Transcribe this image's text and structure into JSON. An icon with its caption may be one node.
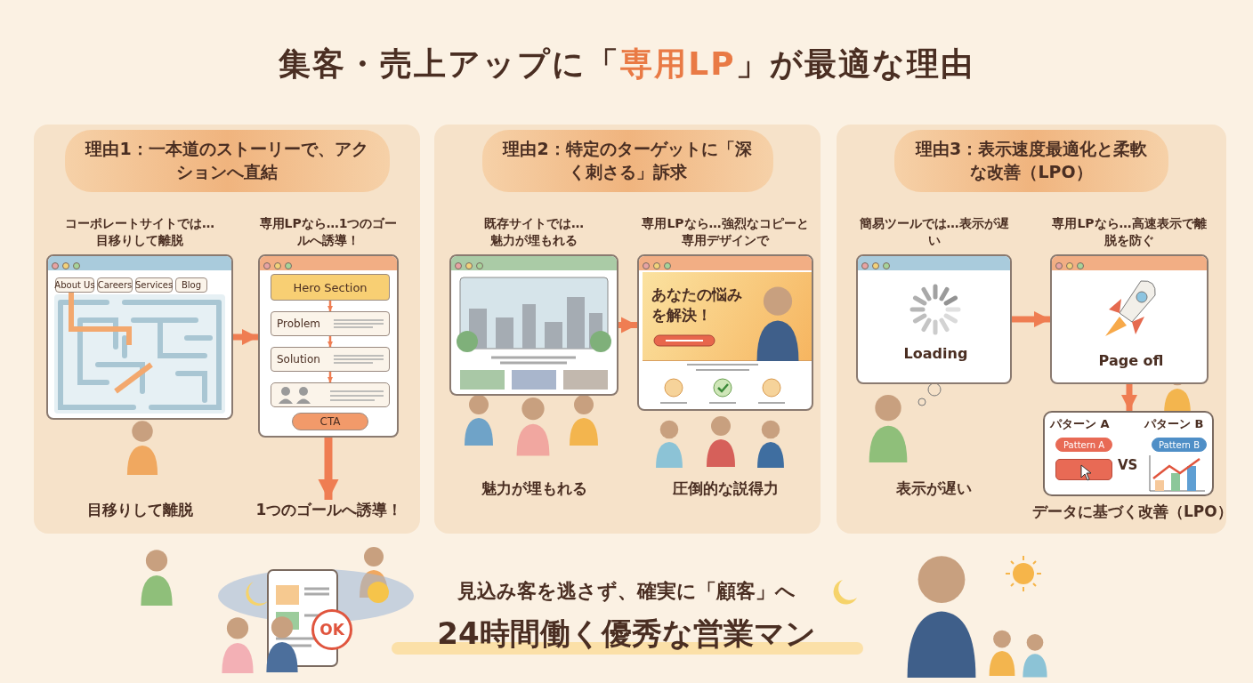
{
  "diagram": {
    "title": "集客・売上アップに「**専用LP**」が最適な理由",
    "nodes": [
      {
        "text": [
          "理由1：一本道のストーリーで、アクションへ直結"
        ]
      },
      {
        "text": [
          "コーポレートサイトでは…目移りして離脱"
        ],
        "in": 0
      },
      {
        "text": [
          "About Us"
        ],
        "in": 1
      },
      {
        "text": [
          "Careers"
        ],
        "in": 1
      },
      {
        "text": [
          "Services"
        ],
        "in": 1
      },
      {
        "text": [
          "Blog"
        ],
        "in": 1
      },
      {
        "text": [
          "専用LPなら…1つのゴールへ誘導！"
        ],
        "in": 0
      },
      {
        "text": [
          "Hero Section"
        ],
        "in": 6
      },
      {
        "text": [
          "Problem"
        ],
        "in": 6
      },
      {
        "text": [
          "Solution"
        ],
        "in": 6
      },
      {
        "text": [],
        "shape": "box",
        "in": 6
      },
      {
        "text": [
          "CTA"
        ],
        "in": 6
      },
      {
        "text": [
          "理由2：特定のターゲットに「深く刺さる」訴求"
        ]
      },
      {
        "text": [
          "既存サイトでは…魅力が埋もれる"
        ],
        "in": 12
      },
      {
        "text": [
          "専用LPなら…強烈なコピーと専用デザインで"
        ],
        "in": 12
      },
      {
        "text": [
          "あなたの悩みを解決！"
        ],
        "in": 14
      },
      {
        "text": [
          "理由3：表示速度最適化と柔軟な改善（LPO）"
        ]
      },
      {
        "text": [
          "簡易ツールでは…表示が遅い",
          "Loading"
        ],
        "in": 16
      },
      {
        "text": [
          "専用LPなら…高速表示で離脱を防ぐ",
          "Page ofl"
        ],
        "in": 16
      },
      {
        "text": [
          "パターン A",
          "パターン B",
          "VS"
        ],
        "in": 16,
        "beside": [
          "データに基づく改善（LPO）"
        ]
      },
      {
        "text": [
          "Pattern A"
        ],
        "in": 19
      },
      {
        "text": [
          "Pattern B"
        ],
        "in": 19
      },
      {
        "text": [],
        "shape": "box",
        "in": 19
      },
      {
        "text": [
          "1つのゴールへ誘導！"
        ],
        "in": 0
      }
    ],
    "edges": [
      {
        "from": 1,
        "to": 6,
        "arrow": "to"
      },
      {
        "from": 7,
        "to": 8,
        "arrow": "to"
      },
      {
        "from": 8,
        "to": 9,
        "arrow": "to"
      },
      {
        "from": 9,
        "to": 10,
        "arrow": "to"
      },
      {
        "from": 6,
        "to": 23,
        "arrow": "to"
      },
      {
        "from": 13,
        "to": 14,
        "arrow": "to"
      },
      {
        "from": 17,
        "to": 18,
        "arrow": "to"
      },
      {
        "from": 18,
        "to": 19,
        "arrow": "to"
      }
    ],
    "labels": [
      "目移りして離脱",
      "魅力が埋もれる",
      "圧倒的な説得力",
      "表示が遅い",
      "見込み客を逃さず、確実に「顧客」へ",
      "24時間働く優秀な営業マン",
      "OK"
    ]
  }
}
